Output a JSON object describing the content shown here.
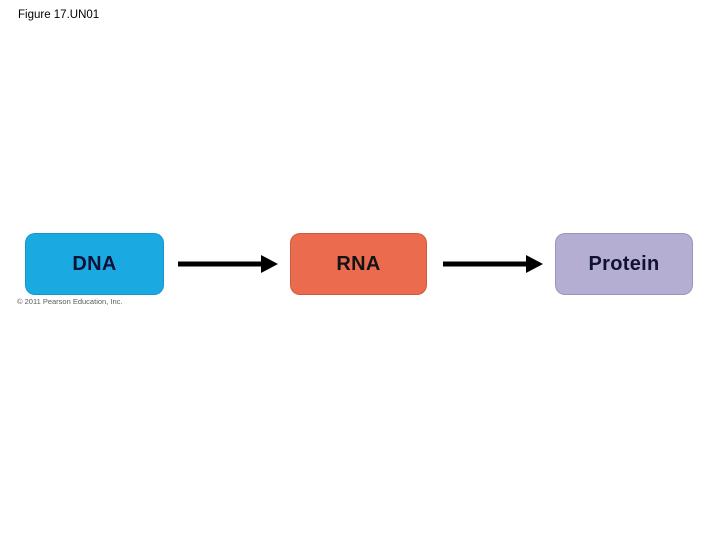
{
  "figure": {
    "label": "Figure 17.UN01"
  },
  "diagram": {
    "type": "flow",
    "nodes": [
      {
        "id": "dna",
        "label": "DNA",
        "fill": "#1BA9E1",
        "text_color": "#0E1238"
      },
      {
        "id": "rna",
        "label": "RNA",
        "fill": "#EB6B4F",
        "text_color": "#141414"
      },
      {
        "id": "protein",
        "label": "Protein",
        "fill": "#B3AED2",
        "text_color": "#121232"
      }
    ],
    "arrows": [
      {
        "from": "DNA",
        "to": "RNA"
      },
      {
        "from": "RNA",
        "to": "Protein"
      }
    ],
    "arrow_color": "#000000"
  },
  "footer": {
    "copyright": "© 2011 Pearson Education, Inc."
  }
}
